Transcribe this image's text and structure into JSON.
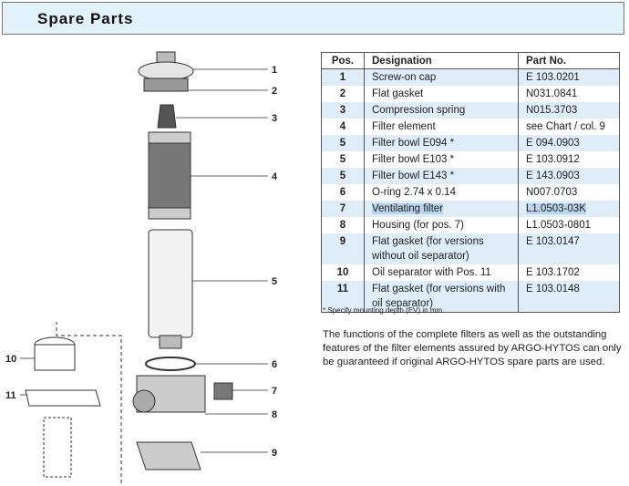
{
  "title": "Spare Parts",
  "table": {
    "headers": [
      "Pos.",
      "Designation",
      "Part No."
    ],
    "rows": [
      {
        "pos": "1",
        "designation": "Screw-on cap",
        "part": "E 103.0201"
      },
      {
        "pos": "2",
        "designation": "Flat gasket",
        "part": "N031.0841"
      },
      {
        "pos": "3",
        "designation": "Compression spring",
        "part": "N015.3703"
      },
      {
        "pos": "4",
        "designation": "Filter element",
        "part": "see Chart / col. 9"
      },
      {
        "pos": "5",
        "designation": "Filter bowl E094 *",
        "part": "E 094.0903"
      },
      {
        "pos": "5",
        "designation": "Filter bowl E103 *",
        "part": "E 103.0912"
      },
      {
        "pos": "5",
        "designation": "Filter bowl E143 *",
        "part": "E 143.0903"
      },
      {
        "pos": "6",
        "designation": "O-ring 2.74 x 0.14",
        "part": "N007.0703"
      },
      {
        "pos": "7",
        "designation": "Ventilating filter",
        "part": "L1.0503-03K"
      },
      {
        "pos": "8",
        "designation": "Housing (for pos. 7)",
        "part": "L1.0503-0801"
      },
      {
        "pos": "9",
        "designation": "Flat gasket (for versions without oil separator)",
        "part": "E 103.0147"
      },
      {
        "pos": "10",
        "designation": "Oil separator with Pos. 11",
        "part": "E 103.1702"
      },
      {
        "pos": "11",
        "designation": "Flat gasket (for versions with oil separator)",
        "part": "E 103.0148"
      }
    ]
  },
  "note": "* Specify mounting depth (EV) in mm",
  "paragraph": "The functions of the complete filters as well as the outstanding features of the filter elements assured by ARGO-HYTOS can only be guaranteed if original ARGO-HYTOS spare parts are used.",
  "callouts": [
    "1",
    "2",
    "3",
    "4",
    "5",
    "6",
    "7",
    "8",
    "9",
    "10",
    "11"
  ]
}
